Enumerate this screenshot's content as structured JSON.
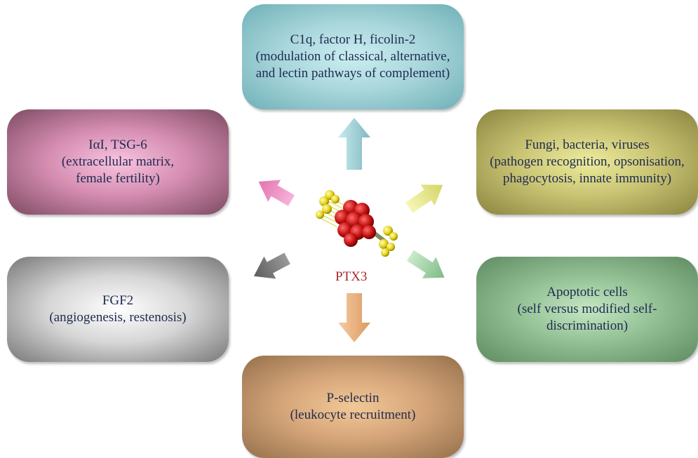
{
  "center": {
    "label": "PTX3"
  },
  "boxes": {
    "top": {
      "lines": [
        "C1q, factor H, ficolin-2",
        "(modulation of classical, alternative,",
        "and lectin pathways of complement)"
      ]
    },
    "left_upper": {
      "lines": [
        "IαI, TSG-6",
        "(extracellular matrix,",
        "female fertility)"
      ]
    },
    "right_upper": {
      "lines": [
        "Fungi, bacteria, viruses",
        "(pathogen recognition, opsonisation,",
        "phagocytosis, innate immunity)"
      ]
    },
    "left_lower": {
      "lines": [
        "FGF2",
        "(angiogenesis, restenosis)"
      ]
    },
    "right_lower": {
      "lines": [
        "Apoptotic cells",
        "(self versus modified self-",
        "discrimination)"
      ]
    },
    "bottom": {
      "lines": [
        "P-selectin",
        "(leukocyte recruitment)"
      ]
    }
  },
  "colors": {
    "arrow_up": "#a7d3d8",
    "arrow_up_left": "#f08cc4",
    "arrow_up_right": "#ecec8e",
    "arrow_down_left": "#7b7b7b",
    "arrow_down_right": "#a8d8ad",
    "arrow_down": "#efb47f",
    "center_label": "#a82a2a"
  }
}
